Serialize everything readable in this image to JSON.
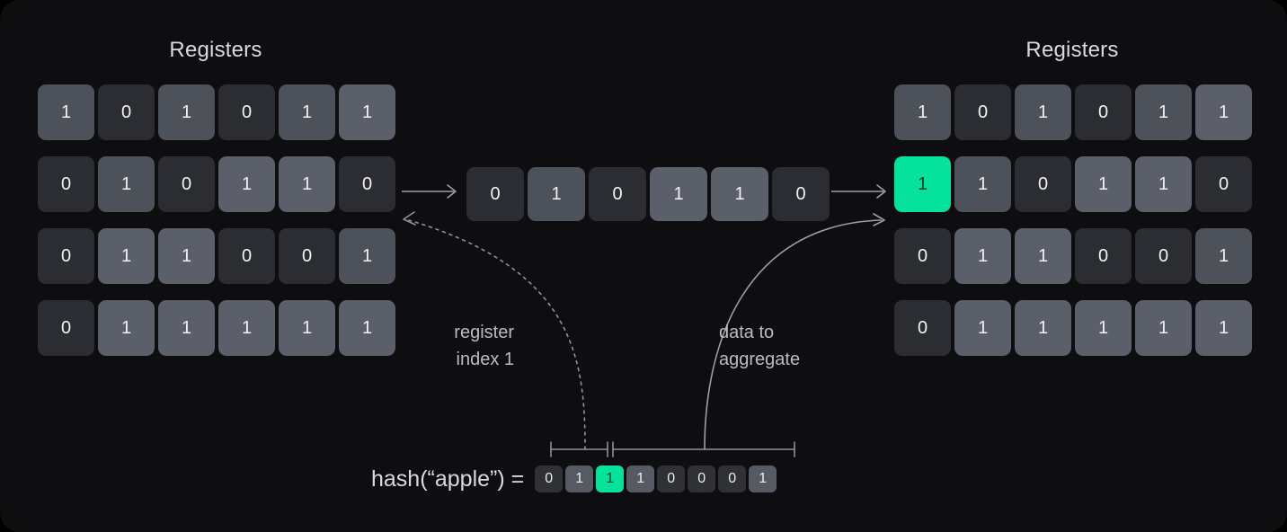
{
  "card": {
    "background": "#0e0e10",
    "accent": "#05e39a"
  },
  "left_panel": {
    "title": "Registers",
    "rows": [
      [
        "1",
        "0",
        "1",
        "0",
        "1",
        "1"
      ],
      [
        "0",
        "1",
        "0",
        "1",
        "1",
        "0"
      ],
      [
        "0",
        "1",
        "1",
        "0",
        "0",
        "1"
      ],
      [
        "0",
        "1",
        "1",
        "1",
        "1",
        "1"
      ]
    ]
  },
  "middle_register": {
    "values": [
      "0",
      "1",
      "0",
      "1",
      "1",
      "0"
    ]
  },
  "right_panel": {
    "title": "Registers",
    "rows": [
      [
        "1",
        "0",
        "1",
        "0",
        "1",
        "1"
      ],
      [
        "1",
        "1",
        "0",
        "1",
        "1",
        "0"
      ],
      [
        "0",
        "1",
        "1",
        "0",
        "0",
        "1"
      ],
      [
        "0",
        "1",
        "1",
        "1",
        "1",
        "1"
      ]
    ],
    "highlight": {
      "row": 1,
      "col": 0
    }
  },
  "annotations": {
    "register_index": "register\nindex 1",
    "data_to_aggregate": "data to\naggregate"
  },
  "hash": {
    "label": "hash(“apple”) =",
    "bits": [
      "0",
      "1",
      "1",
      "1",
      "0",
      "0",
      "0",
      "1"
    ],
    "highlight_index": 2,
    "index_segment_bits": 2,
    "data_segment_bits": 6
  }
}
